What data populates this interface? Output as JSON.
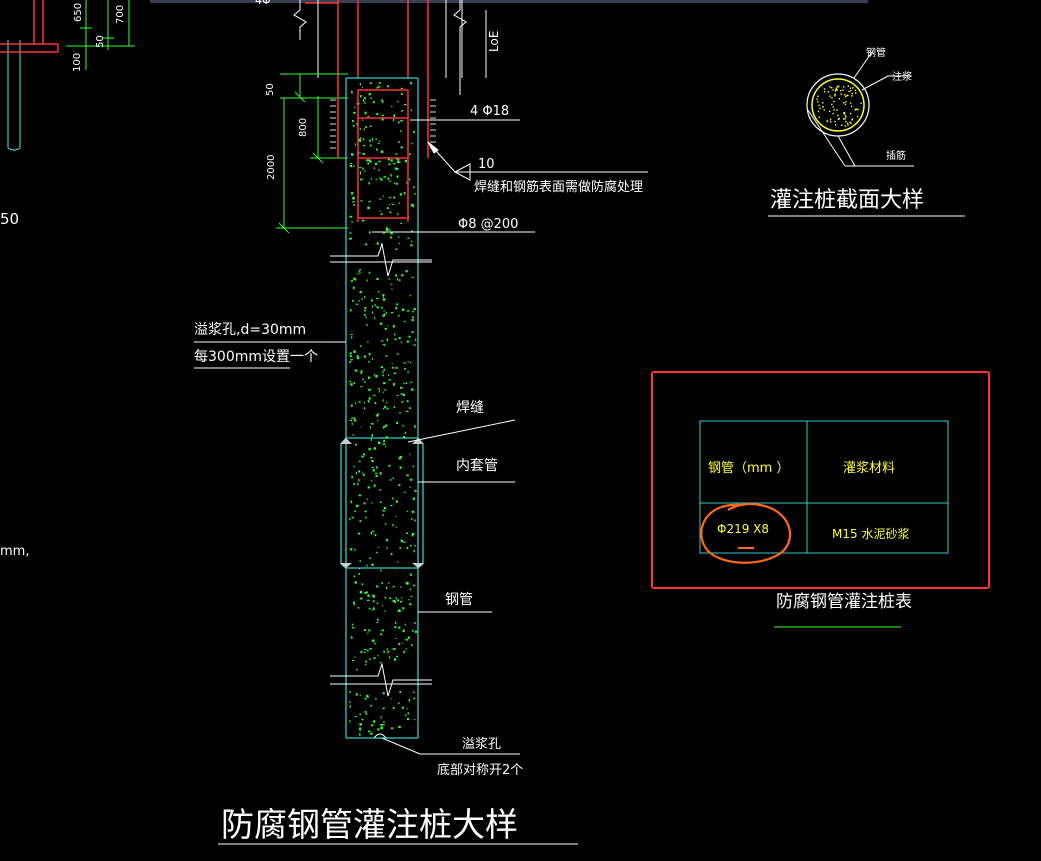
{
  "colors": {
    "background": "#000000",
    "pile_outline": "#33cccc",
    "concrete_speckle": "#33ff33",
    "rebar": "#ff3333",
    "dimension": "#33ff33",
    "text": "#ffffff",
    "table_text": "#ffff33",
    "highlight_box": "#ff3333",
    "hand_circle": "#ff6a1a"
  },
  "left_fragment": {
    "dim_650": "650",
    "dim_700": "700",
    "dim_50": "50",
    "dim_100": "100",
    "label_50": "50",
    "label_mm": "mm,"
  },
  "pile_detail": {
    "top_label_loe": "LoE",
    "top_label_partial": "4Φ",
    "dim_50": "50",
    "dim_800": "800",
    "dim_2000": "2000",
    "label_rebar": "4 Φ18",
    "label_weld_num": "10",
    "label_weld_note": "焊缝和钢筋表面需做防腐处理",
    "label_stirrup": "Φ8 @200",
    "label_grout_hole_1": "溢浆孔,d=30mm",
    "label_grout_hole_2": "每300mm设置一个",
    "label_weld": "焊缝",
    "label_inner_sleeve": "内套管",
    "label_steel_pipe": "钢管",
    "label_bottom_hole_1": "溢浆孔",
    "label_bottom_hole_2": "底部对称开2个",
    "title": "防腐钢管灌注桩大样"
  },
  "section_detail": {
    "label_steel_pipe": "钢管",
    "label_grout": "注浆",
    "label_rebar": "插筋",
    "title": "灌注桩截面大样"
  },
  "pile_table": {
    "headers": [
      "钢管（mm ）",
      "灌浆材料"
    ],
    "rows": [
      [
        "Φ219 X8",
        "M15  水泥砂浆"
      ]
    ],
    "title": "防腐钢管灌注桩表"
  }
}
